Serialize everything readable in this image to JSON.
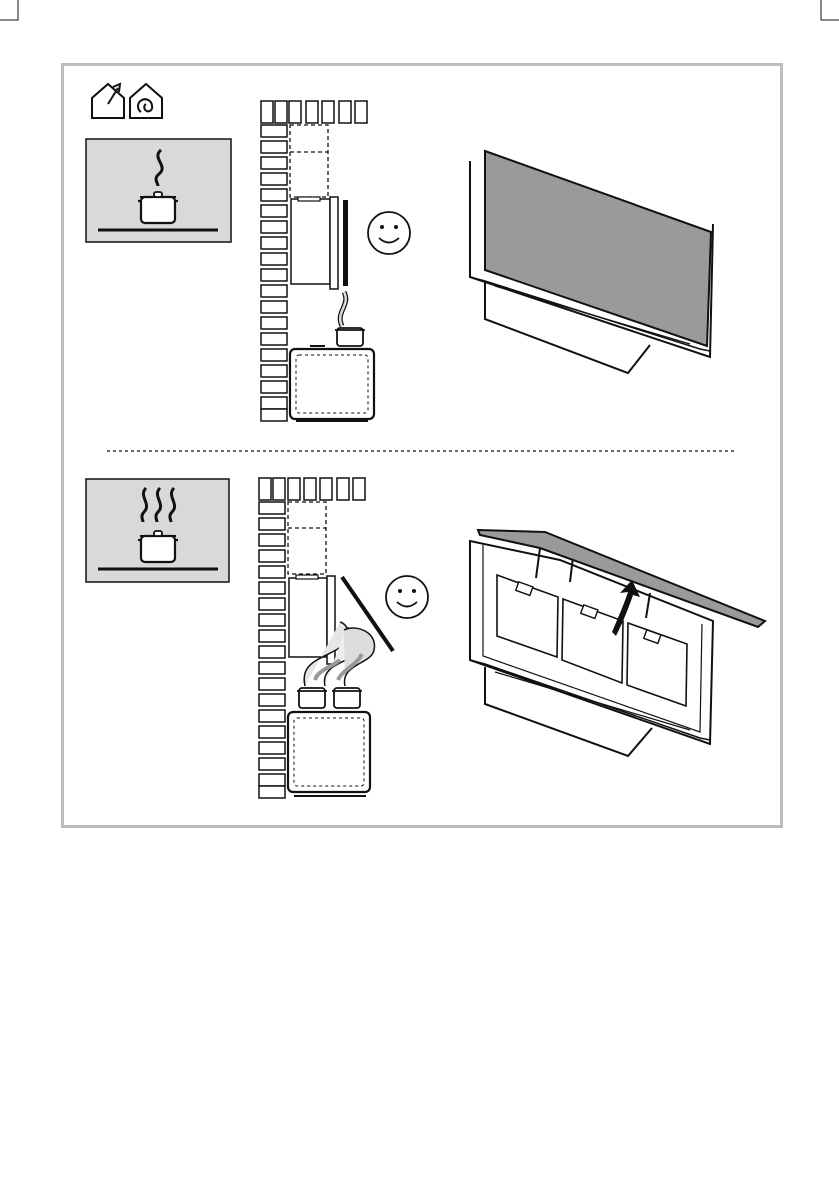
{
  "figure": {
    "panels": [
      {
        "name": "low-steam",
        "steam_level": "light",
        "mode_icons": [
          "house-duct-out-icon",
          "house-recirculation-icon"
        ],
        "smiley": "happy-face-icon",
        "panel_state": "closed"
      },
      {
        "name": "high-steam",
        "steam_level": "heavy",
        "smiley": "happy-face-icon",
        "panel_state": "open"
      }
    ],
    "colors": {
      "line": "#111111",
      "panel_fill": "#9a9a9a",
      "frame_border": "#bdbdbd",
      "steam_fill": "#dddddd"
    }
  }
}
